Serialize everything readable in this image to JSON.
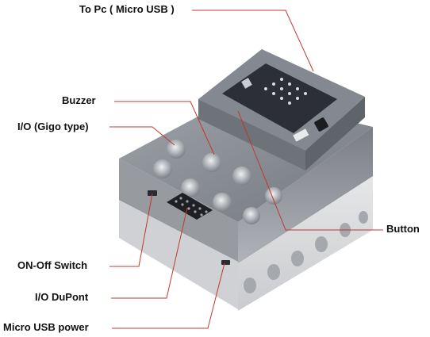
{
  "labels": {
    "to_pc": "To Pc ( Micro USB )",
    "buzzer": "Buzzer",
    "io_gigo": "I/O (Gigo type)",
    "button": "Button",
    "on_off": "ON-Off Switch",
    "io_dupont": "I/O DuPont",
    "micro_usb_power": "Micro USB power"
  },
  "colors": {
    "leader_line": "#c0392b",
    "label_text": "#111111",
    "case_shell": "#8e9298",
    "case_bottom": "#d7d8da",
    "connector": "#b9bdc2"
  },
  "illustration": "transparent-grey-electronics-case-with-microbit-board"
}
